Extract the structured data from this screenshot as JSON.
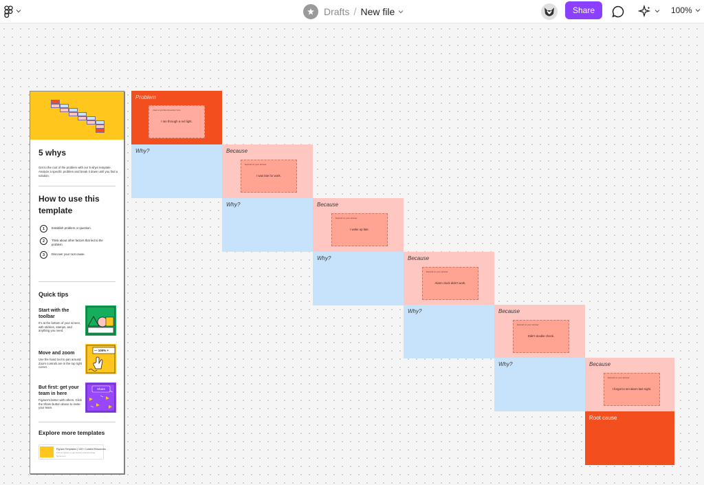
{
  "header": {
    "breadcrumb_parent": "Drafts",
    "breadcrumb_sep": "/",
    "file_name": "New file",
    "share_label": "Share",
    "zoom_level": "100%"
  },
  "colors": {
    "accent": "#8c40ff",
    "problem": "#f24e1e",
    "why": "#c7e3fc",
    "because": "#ffc7c2",
    "hero": "#ffc61e"
  },
  "icons": [
    "figma-menu-icon",
    "chevron-down-icon",
    "team-avatar-icon",
    "user-avatar",
    "comment-icon",
    "ai-sparkle-icon"
  ],
  "panel": {
    "title": "5 whys",
    "description": "Get to the root of the problem with our 5 whys template. Analyze a specific problem and break it down until you find a solution.",
    "howto_title": "How to use this template",
    "steps": [
      {
        "num": "1",
        "text": "Establish problem or question."
      },
      {
        "num": "2",
        "text": "Think about other factors that led to the problem."
      },
      {
        "num": "3",
        "text": "Discover your root cause."
      }
    ],
    "quick_tips_title": "Quick tips",
    "tips": [
      {
        "heading": "Start with the toolbar",
        "body": "It's at the bottom of your screen, with stickies, stamps, and anything you need."
      },
      {
        "heading": "Move and zoom",
        "body": "Use the hand tool to pan around. Zoom controls are in the top right corner."
      },
      {
        "heading": "But first: get your team in here",
        "body": "FigJam's better with others. Click the Share button above to invite your team."
      }
    ],
    "tip_zoom_badge": "— 100% +",
    "tip_share_badge": "Share",
    "explore_title": "Explore more templates",
    "template_card": {
      "title": "FigJam Templates | 100+ Curated Resources",
      "subtitle": "100 templates to get started brainstorming",
      "meta": "figma.com"
    }
  },
  "board": {
    "problem": {
      "label": "Problem",
      "prompt": "Insert a problem/question here",
      "text": "I ran through a red light."
    },
    "why_label": "Why?",
    "because_label": "Because",
    "answer_prompt": "Expand on your answer",
    "answers": [
      "I was late for work.",
      "I woke up late.",
      "Alarm clock didn't work.",
      "Didn't double check.",
      "I forgot to set alarm last night."
    ],
    "root_label": "Root cause"
  }
}
